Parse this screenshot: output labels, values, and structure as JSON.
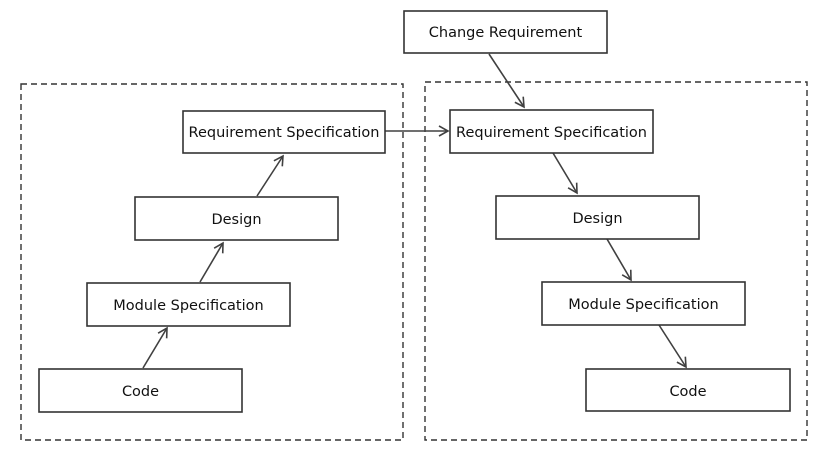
{
  "diagram": {
    "nodes": {
      "change_requirement": "Change Requirement",
      "left_requirement_specification": "Requirement Specification",
      "left_design": "Design",
      "left_module_specification": "Module Specification",
      "left_code": "Code",
      "right_requirement_specification": "Requirement Specification",
      "right_design": "Design",
      "right_module_specification": "Module Specification",
      "right_code": "Code"
    },
    "edges": [
      {
        "from": "left_code",
        "to": "left_module_specification"
      },
      {
        "from": "left_module_specification",
        "to": "left_design"
      },
      {
        "from": "left_design",
        "to": "left_requirement_specification"
      },
      {
        "from": "left_requirement_specification",
        "to": "right_requirement_specification"
      },
      {
        "from": "change_requirement",
        "to": "right_requirement_specification"
      },
      {
        "from": "right_requirement_specification",
        "to": "right_design"
      },
      {
        "from": "right_design",
        "to": "right_module_specification"
      },
      {
        "from": "right_module_specification",
        "to": "right_code"
      }
    ],
    "colors": {
      "line": "#333333",
      "arrow": "#404040",
      "box_fill": "#ffffff"
    }
  }
}
